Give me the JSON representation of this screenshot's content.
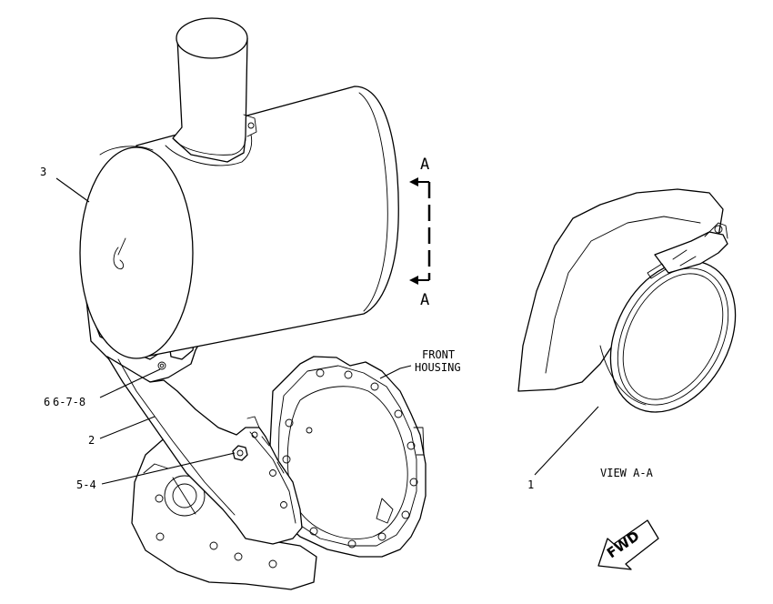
{
  "callouts": {
    "c1": "1",
    "c2": "2",
    "c3": "3",
    "c5_4": "5-4",
    "c6_7_8": "6-7-8",
    "c6_prefix": "6"
  },
  "section": {
    "letter_top": "A",
    "letter_bottom": "A"
  },
  "front_housing": {
    "line1": "FRONT",
    "line2": "HOUSING"
  },
  "view_label": "VIEW A-A",
  "fwd_label": "FWD"
}
